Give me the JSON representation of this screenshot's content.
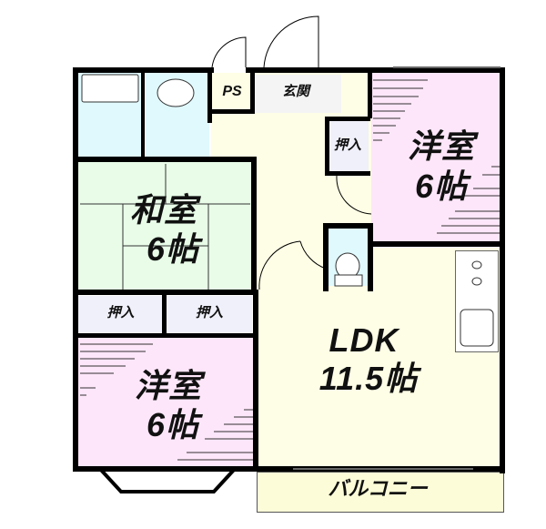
{
  "floorplan": {
    "colors": {
      "wall": "#000000",
      "western_room": "#fde6f9",
      "japanese_room": "#e8fce8",
      "ldk": "#fefee6",
      "wet_area": "#e0f9fd",
      "closet": "#f0f0fa",
      "entrance": "#f4f4f4",
      "balcony": "#fcfcd8"
    },
    "rooms": {
      "western_room_ne": {
        "name": "洋室",
        "size": "6帖"
      },
      "japanese_room": {
        "name": "和室",
        "size": "6帖"
      },
      "western_room_sw": {
        "name": "洋室",
        "size": "6帖"
      },
      "ldk": {
        "name": "LDK",
        "size": "11.5帖"
      },
      "balcony": {
        "name": "バルコニー"
      },
      "entrance": {
        "name": "玄関"
      },
      "pipe_space": {
        "name": "PS"
      },
      "closet_hall": {
        "name": "押入"
      },
      "closet_left": {
        "name": "押入"
      },
      "closet_right": {
        "name": "押入"
      }
    },
    "fixtures": [
      "bathtub",
      "washbasin",
      "toilet",
      "kitchen-stove",
      "kitchen-sink"
    ]
  }
}
